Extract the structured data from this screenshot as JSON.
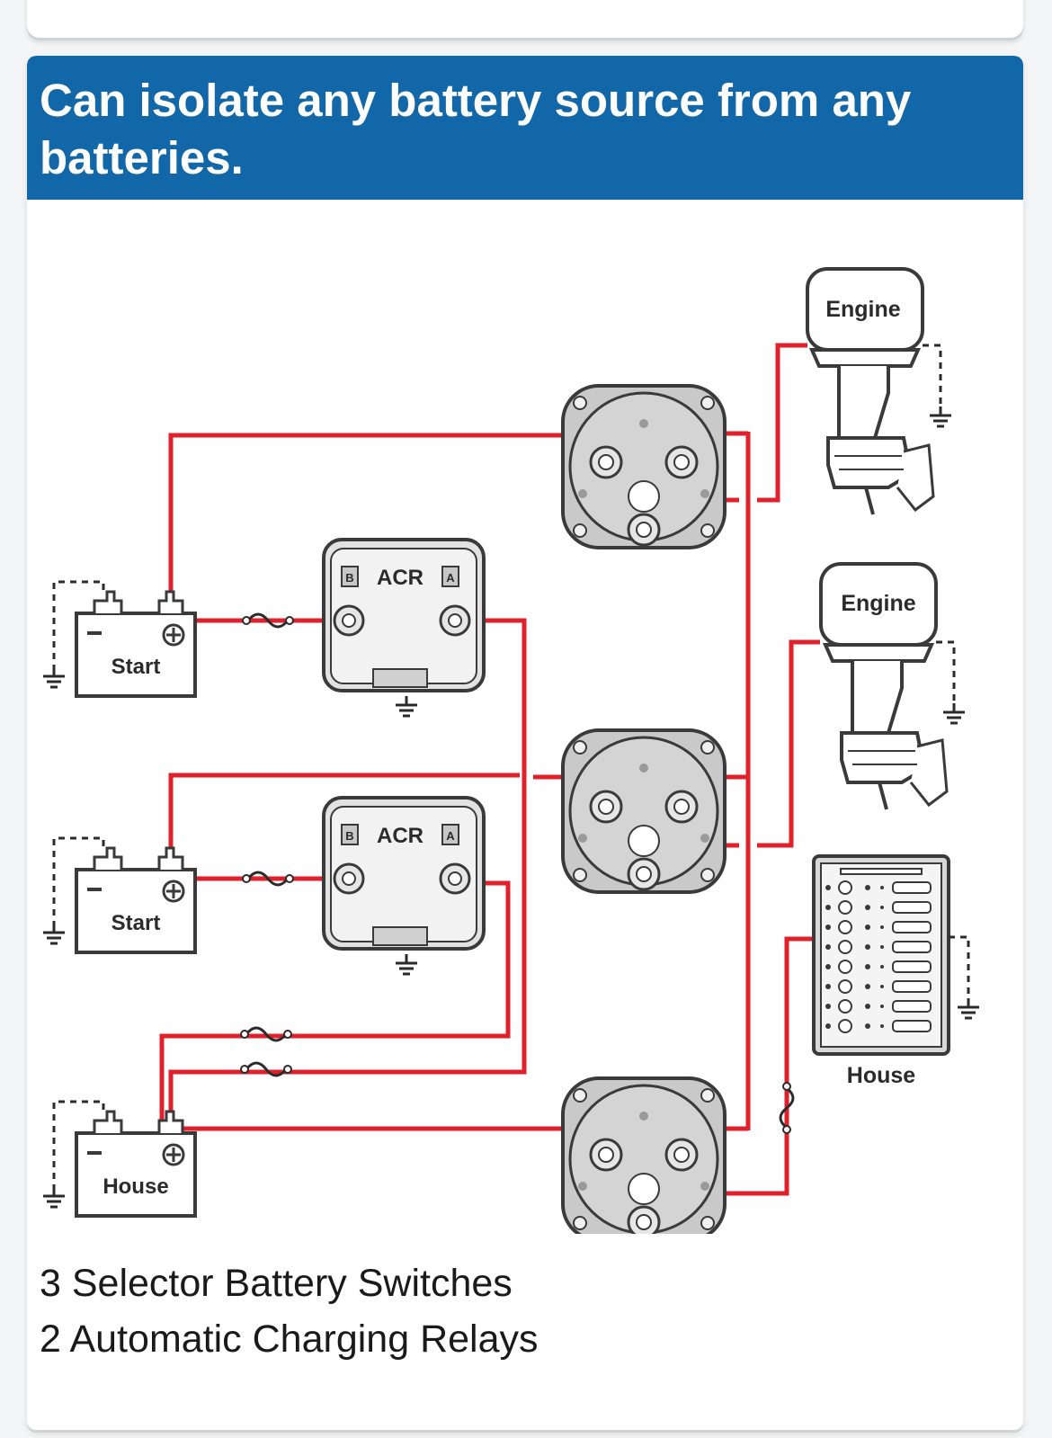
{
  "header": {
    "title": "Can isolate any battery source from any batteries."
  },
  "caption": {
    "line1": "3 Selector Battery Switches",
    "line2": "2 Automatic Charging Relays"
  },
  "diagram": {
    "batteries": [
      {
        "label": "Start"
      },
      {
        "label": "Start"
      },
      {
        "label": "House"
      }
    ],
    "relays": [
      {
        "label": "ACR",
        "terminal_b": "B",
        "terminal_a": "A"
      },
      {
        "label": "ACR",
        "terminal_b": "B",
        "terminal_a": "A"
      }
    ],
    "engines": [
      {
        "label": "Engine"
      },
      {
        "label": "Engine"
      }
    ],
    "panel": {
      "label": "House"
    },
    "colors": {
      "wire": "#e0202a",
      "outline": "#3a3a3a",
      "switch_fill": "#c9c9c9",
      "header": "#1267a8"
    }
  }
}
